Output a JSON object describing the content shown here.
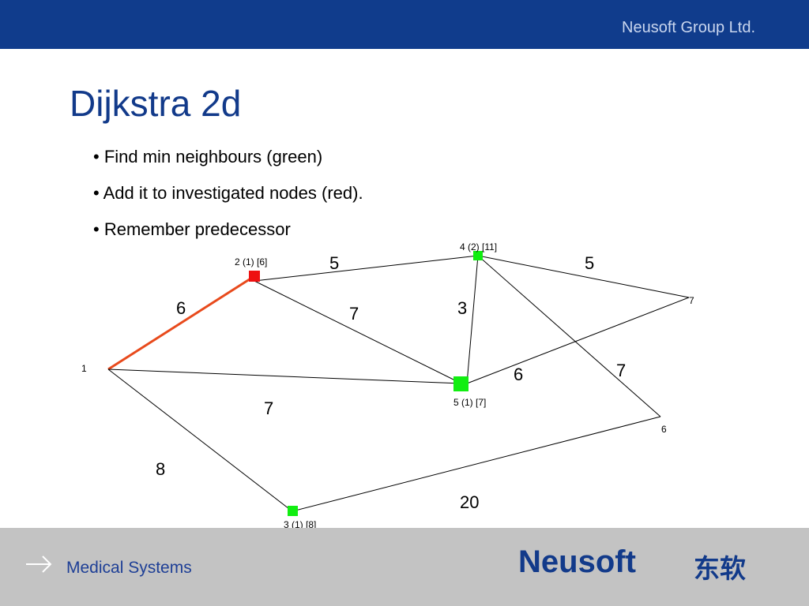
{
  "header": {
    "company": "Neusoft Group Ltd."
  },
  "slide": {
    "title": "Dijkstra 2d",
    "bullets": [
      "• Find min neighbours (green)",
      "• Add it to investigated nodes (red).",
      "• Remember predecessor"
    ]
  },
  "graph": {
    "colors": {
      "red_node": "#ee1111",
      "green_node": "#11ee11",
      "path_edge": "#e84a1c",
      "edge": "#000000"
    },
    "nodes": {
      "n1": {
        "label": "1",
        "state": "start"
      },
      "n2": {
        "label": "2 (1) [6]",
        "state": "investigated"
      },
      "n3": {
        "label": "3 (1) [8]",
        "state": "neighbour"
      },
      "n4": {
        "label": "4 (2) [11]",
        "state": "neighbour"
      },
      "n5": {
        "label": "5 (1) [7]",
        "state": "neighbour-min"
      },
      "n6": {
        "label": "6",
        "state": "unvisited"
      },
      "n7": {
        "label": "7",
        "state": "unvisited"
      }
    },
    "edges": [
      {
        "from": "1",
        "to": "2",
        "weight": "6",
        "highlighted": true
      },
      {
        "from": "2",
        "to": "4",
        "weight": "5",
        "highlighted": false
      },
      {
        "from": "4",
        "to": "7",
        "weight": "5",
        "highlighted": false
      },
      {
        "from": "2",
        "to": "5",
        "weight": "7",
        "highlighted": false
      },
      {
        "from": "4",
        "to": "5",
        "weight": "3",
        "highlighted": false
      },
      {
        "from": "5",
        "to": "7",
        "weight": "6",
        "highlighted": false
      },
      {
        "from": "4",
        "to": "6",
        "weight": "7",
        "highlighted": false
      },
      {
        "from": "1",
        "to": "5",
        "weight": "7",
        "highlighted": false
      },
      {
        "from": "1",
        "to": "3",
        "weight": "8",
        "highlighted": false
      },
      {
        "from": "3",
        "to": "6",
        "weight": "20",
        "highlighted": false
      }
    ]
  },
  "footer": {
    "division": "Medical Systems",
    "logo_text": "Neusoft",
    "logo_cn": "东软"
  }
}
